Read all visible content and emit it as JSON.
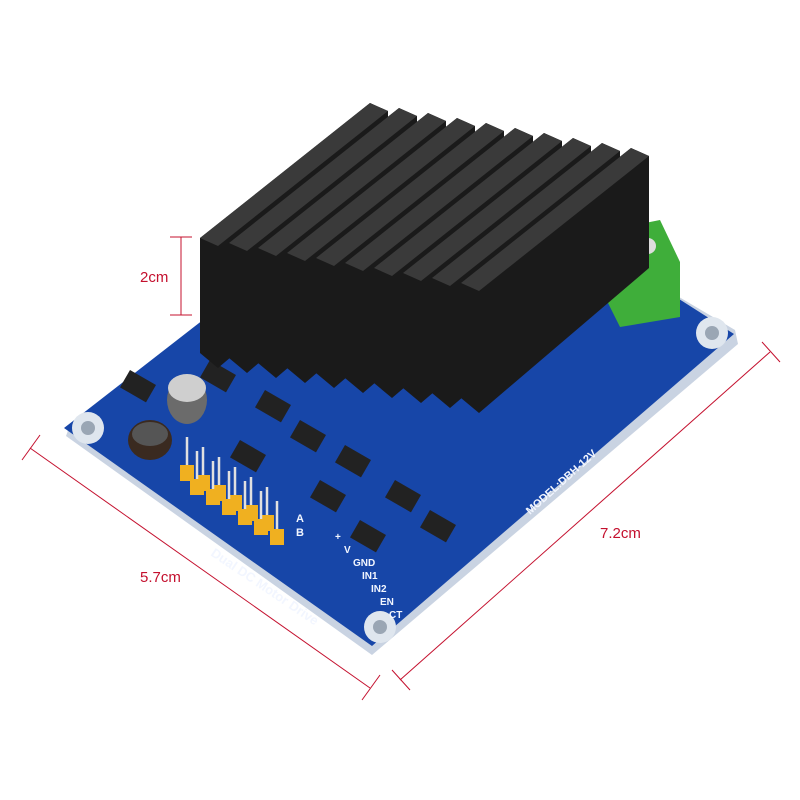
{
  "dimensions": {
    "height_label": "2cm",
    "width_label": "5.7cm",
    "length_label": "7.2cm",
    "line_color": "#c4102e"
  },
  "board": {
    "name_text": "Dual DC Motor Drive",
    "model_text": "MODEL:DBH-12V",
    "pin_rows": [
      "A",
      "B"
    ],
    "pin_labels": [
      "+",
      "V",
      "GND",
      "IN1",
      "IN2",
      "EN",
      "CT"
    ],
    "pcb_color": "#1746a8",
    "heatsink_color": "#1a1a1a",
    "terminal_color": "#3fae3a",
    "header_color": "#f0b020"
  }
}
